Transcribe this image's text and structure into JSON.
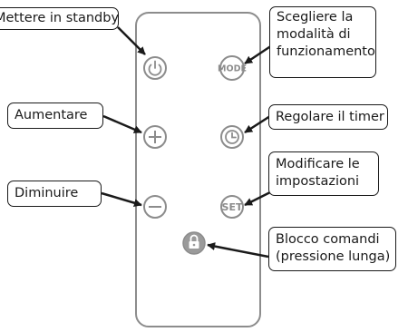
{
  "callouts": {
    "standby": {
      "lines": [
        "Mettere in standby"
      ]
    },
    "mode": {
      "lines": [
        "Scegliere la",
        "modalità di",
        "funzionamento"
      ]
    },
    "increase": {
      "lines": [
        "Aumentare"
      ]
    },
    "timer": {
      "lines": [
        "Regolare il timer"
      ]
    },
    "decrease": {
      "lines": [
        "Diminuire"
      ]
    },
    "settings": {
      "lines": [
        "Modificare le",
        "impostazioni"
      ]
    },
    "lock": {
      "lines": [
        "Blocco comandi",
        "(pressione lunga)"
      ]
    }
  },
  "buttons": {
    "mode_label": "MODE",
    "set_label": "SET"
  },
  "colors": {
    "outline": "#1a1a1a",
    "button_stroke": "#8c8c8c",
    "button_icon": "#8c8c8c",
    "lock_fill": "#9a9a9a"
  },
  "icons": [
    "power-icon",
    "plus-icon",
    "minus-icon",
    "clock-icon",
    "lock-icon"
  ]
}
